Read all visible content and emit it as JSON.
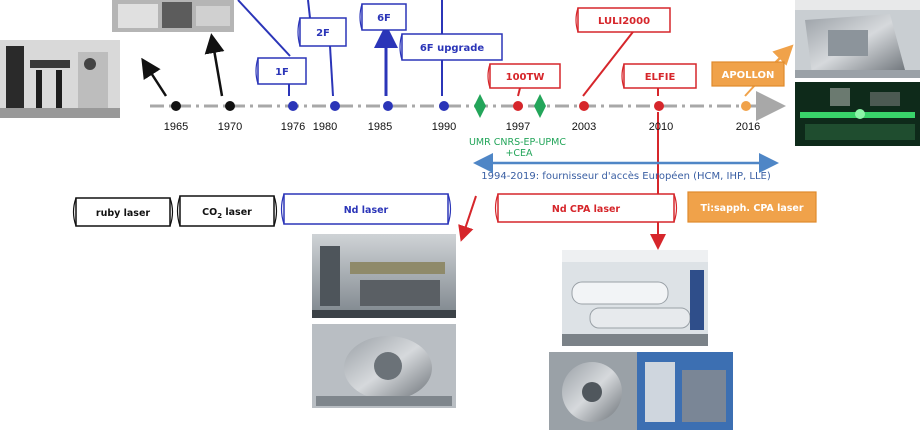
{
  "colors": {
    "black": "#111111",
    "blue": "#2b35b8",
    "red": "#d6262b",
    "orange": "#f0a24a",
    "green": "#23a55a",
    "lightblue": "#4f86c6",
    "axis": "#a8a8a8"
  },
  "timeline": {
    "years": [
      "1965",
      "1970",
      "1976",
      "1980",
      "1985",
      "1990",
      "1997",
      "2003",
      "2010",
      "2016"
    ],
    "laboratory_note": "UMR CNRS-EP-UPMC\n+CEA",
    "access_text": "1994-2019: fournisseur d'accès Européen (HCM, IHP, LLE)"
  },
  "facilities": {
    "nd_upgrades": [
      "1F",
      "2F",
      "6F",
      "6F upgrade"
    ],
    "cpa_systems": [
      "100TW",
      "LULI2000",
      "ELFIE",
      "APOLLON"
    ]
  },
  "laser_types": {
    "ruby": "ruby laser",
    "co2_prefix": "CO",
    "co2_sub": "2",
    "co2_suffix": " laser",
    "nd": "Nd laser",
    "nd_cpa": "Nd CPA laser",
    "tisapph": "Ti:sapph. CPA laser"
  }
}
